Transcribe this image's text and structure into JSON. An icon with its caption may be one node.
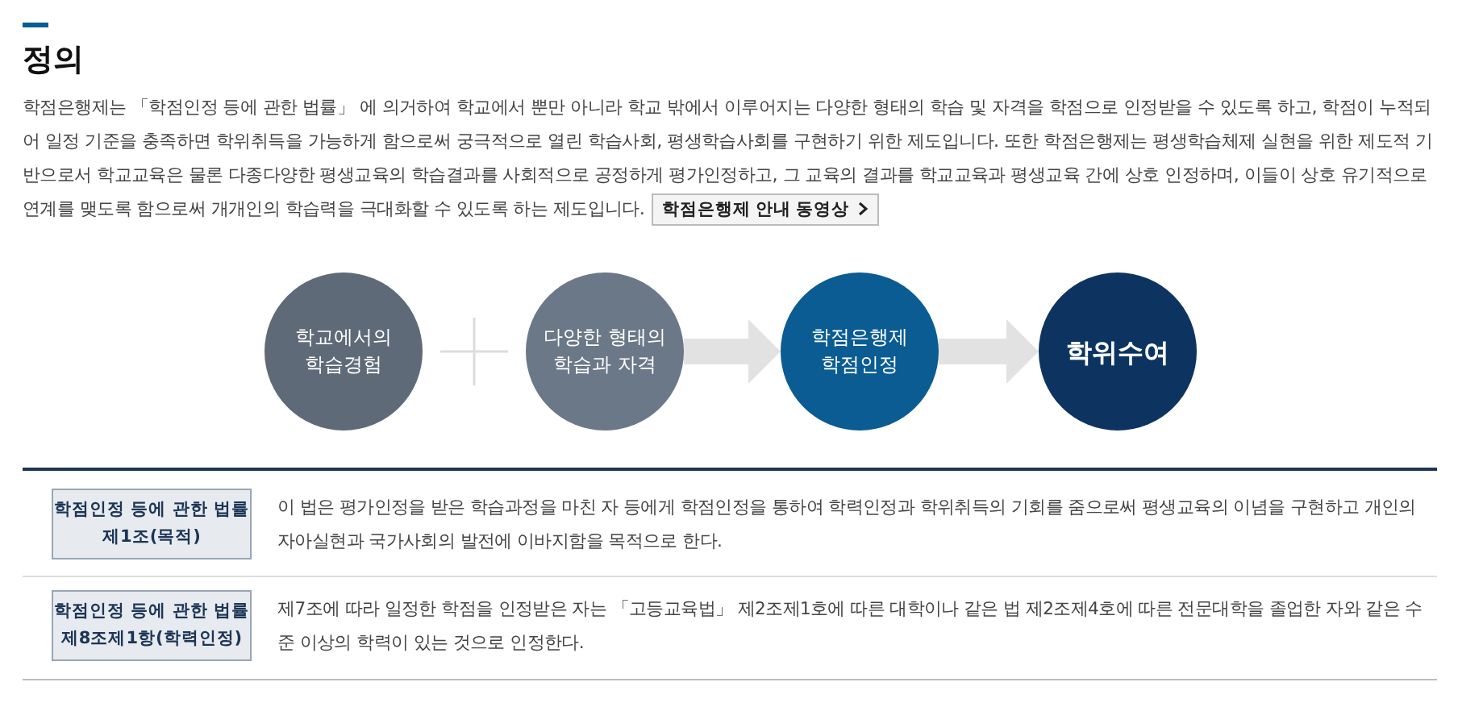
{
  "diagram": {
    "title": "정의",
    "nodes": [
      {
        "text": [
          "학교에서의 학습경험"
        ]
      },
      {
        "text": [
          "다양한 형태의 학습과 자격"
        ]
      },
      {
        "text": [
          "학점은행제 학점인정"
        ]
      },
      {
        "text": [
          "학위수여"
        ]
      }
    ],
    "edges": [
      {
        "from": 1,
        "to": 2,
        "arrow": "to"
      },
      {
        "from": 2,
        "to": 3,
        "arrow": "to"
      }
    ],
    "labels": [
      "학점은행제는 「학점인정 등에 관한 법률」 에 의거하여 학교에서 뿐만 아니라 학교 밖에서 이루어지는 다양한 형태의 학습 및 자격을 학점으로 인정받을 수 있도록 하고, 학점이 누적되어 일정 기준을 충족하면 학위취득을 가능하게 함으로써 궁극적으로 열린 학습사회, 평생학습사회를 구현하기 위한 제도입니다. 또한 학점은행제는 평생학습체제 실현을 위한 제도적 기반으로서 학교교육은 물론 다종다양한 평생교육의 학습결과를 사회적으로 공정하게 평가인정하고, 그 교육의 결과를 학교교육과 평생교육 간에 상호 인정하며, 이들이 상호 유기적으로 연계를 맺도록 함으로써 개개인의 학습력을 극대화할 수 있도록 하는 제도입니다.",
      "학점은행제 안내 동영상",
      "학점인정 등에 관한 법률 제1조(목적)",
      "이 법은 평가인정을 받은 학습과정을 마친 자 등에게 학점인정을 통하여 학력인정과 학위취득의 기회를 줌으로써 평생교육의 이념을 구현하고 개인의 자아실현과 국가사회의 발전에 이바지함을 목적으로 한다.",
      "학점인정 등에 관한 법률 제8조제1항(학력인정)",
      "제7조에 따라 일정한 학점을 인정받은 자는 「고등교육법」 제2조제1호에 따른 대학이나 같은 법 제2조제4호에 따른 전문대학을 졸업한 자와 같은 수준 이상의 학력이 있는 것으로 인정한다."
    ]
  }
}
